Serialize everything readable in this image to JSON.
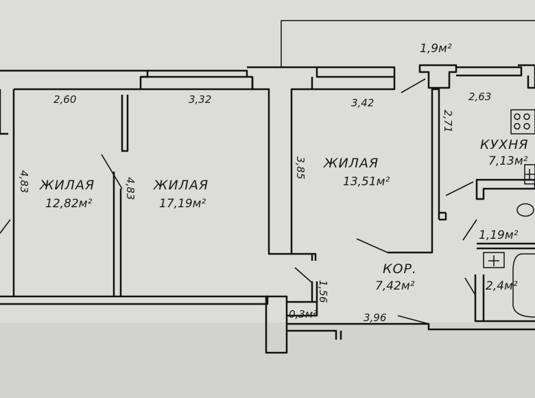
{
  "plan": {
    "rooms": {
      "living1": {
        "name": "ЖИЛАЯ",
        "area": "12,82м²"
      },
      "living2": {
        "name": "ЖИЛАЯ",
        "area": "17,19м²"
      },
      "living3": {
        "name": "ЖИЛАЯ",
        "area": "13,51м²"
      },
      "kitchen": {
        "name": "КУХНЯ",
        "area": "7,13м²"
      },
      "corridor": {
        "name": "КОР.",
        "area": "7,42м²"
      },
      "balcony": {
        "area": "1,9м²"
      },
      "bathroom": {
        "area": "1,19м²"
      },
      "toilet": {
        "area": "2,4м²"
      },
      "closet": {
        "area": "0,3м²"
      }
    },
    "dimensions": {
      "w_room1": "2,60",
      "w_room2": "3,32",
      "w_room3": "3,42",
      "w_kitchen": "2,63",
      "h_room1": "4,83",
      "h_room2": "4,83",
      "h_room3": "3,85",
      "h_kitchen": "2,71",
      "h_closet": "1,56",
      "w_corridor": "3,96"
    }
  }
}
